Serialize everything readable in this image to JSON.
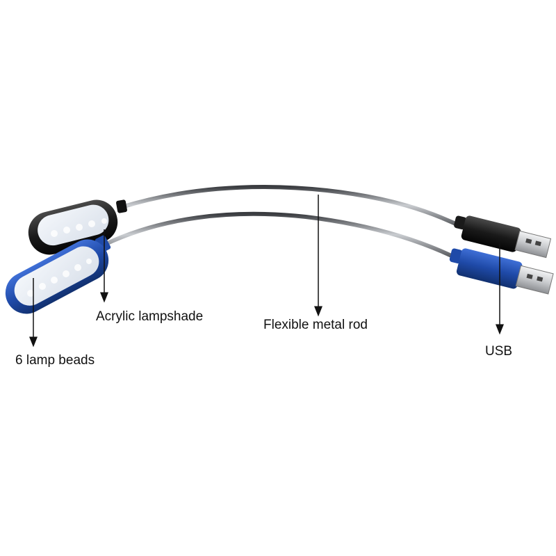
{
  "labels": {
    "acrylic_lampshade": "Acrylic lampshade",
    "flexible_metal_rod": "Flexible metal rod",
    "lamp_beads": "6 lamp beads",
    "usb": "USB"
  },
  "colors": {
    "background": "#ffffff",
    "blue_housing": "#1f4aa8",
    "black_housing": "#1a1a1a",
    "metal_rod": "#8a8d92",
    "lampshade_glow": "#e6ecf4",
    "usb_plug_metal": "#c8cacd",
    "label_text": "#111111"
  }
}
